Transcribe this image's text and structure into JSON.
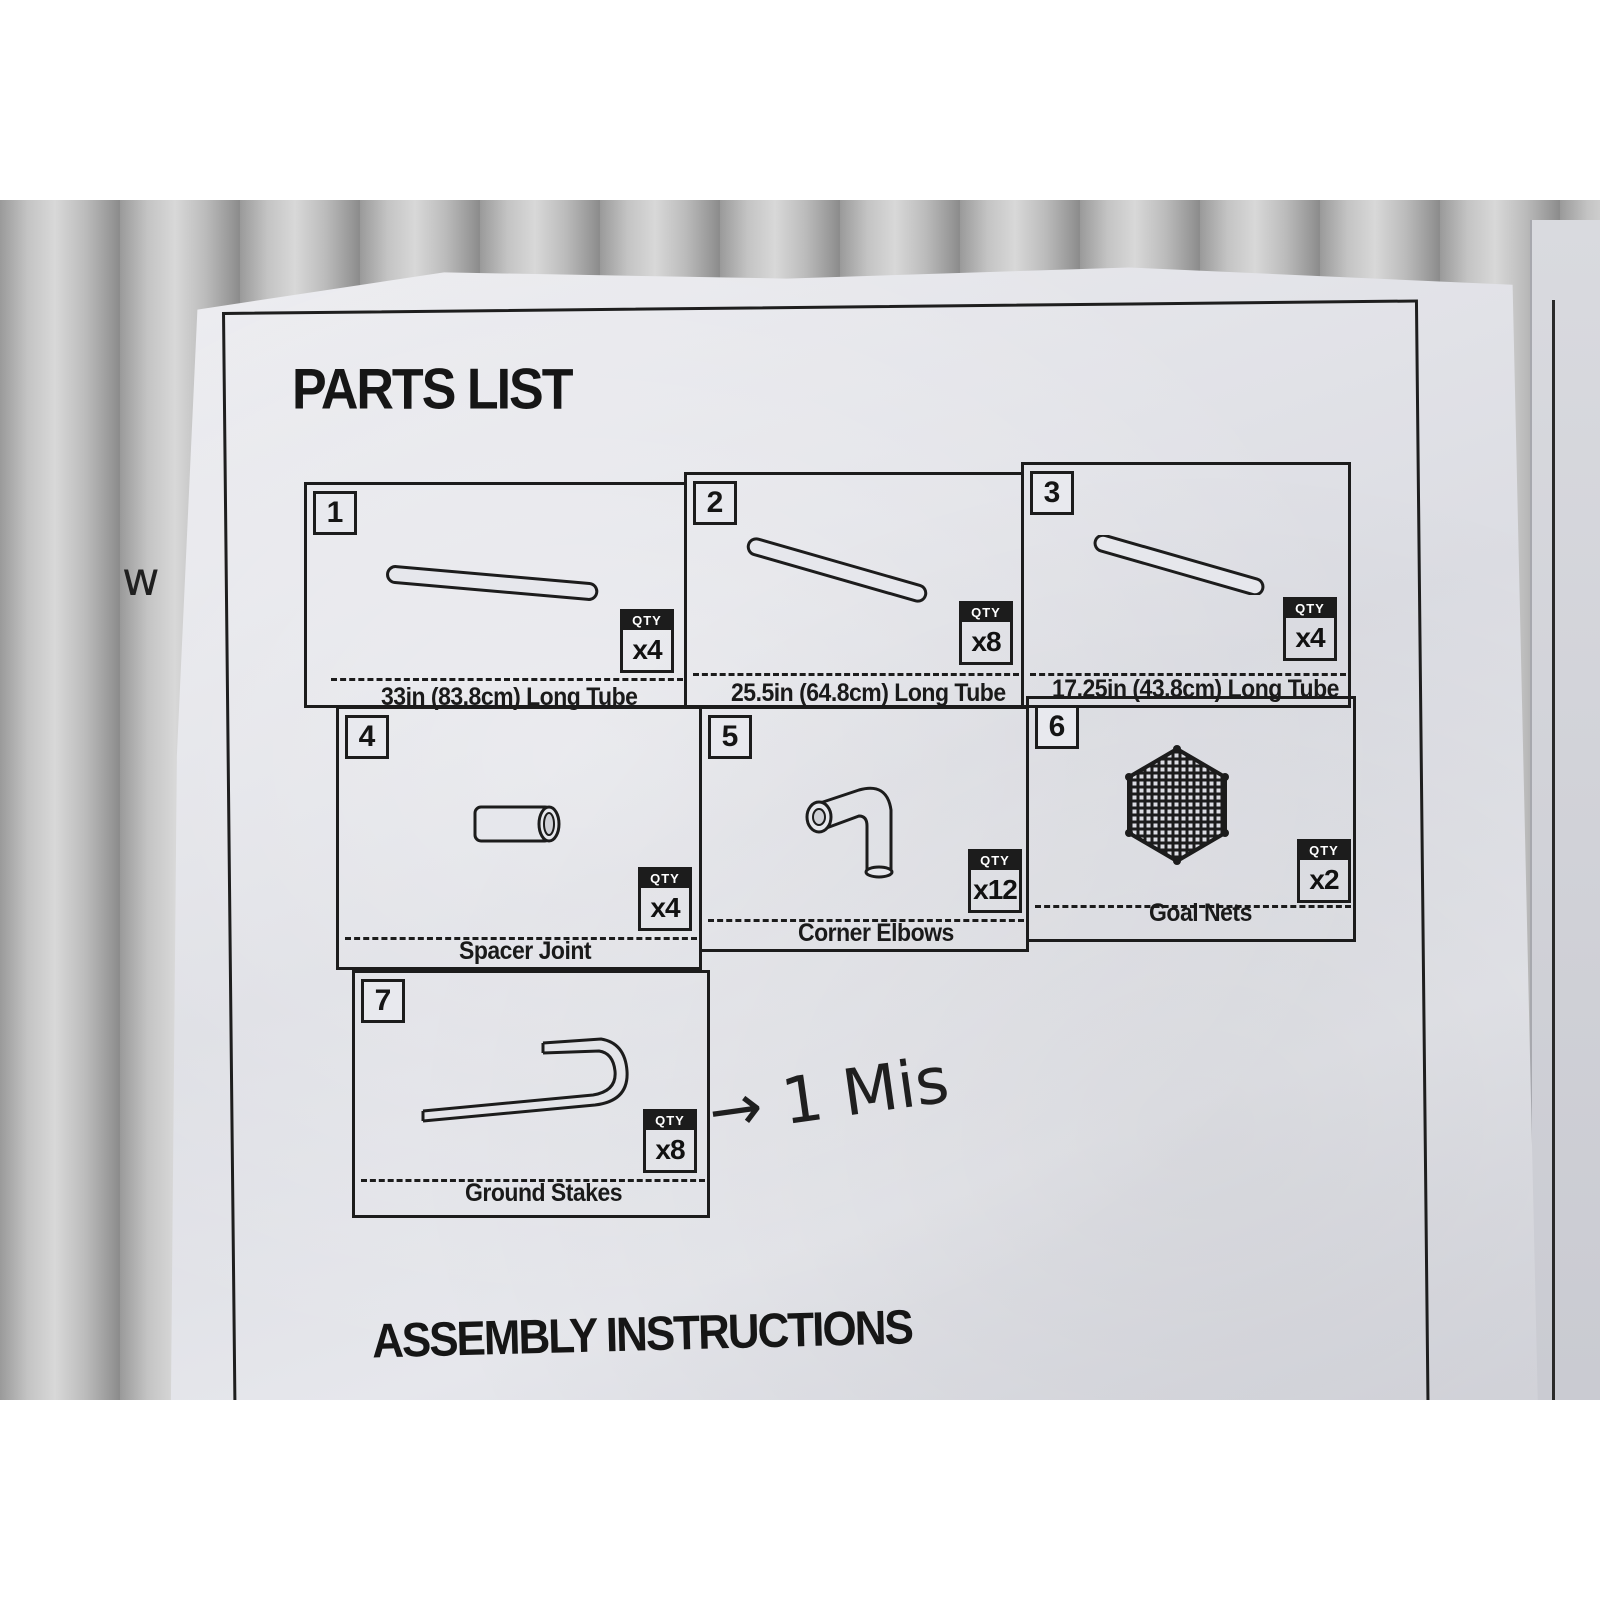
{
  "document": {
    "title": "PARTS LIST",
    "section_title": "ASSEMBLY INSTRUCTIONS",
    "qty_label": "QTY",
    "parts": [
      {
        "number": "1",
        "name": "33in (83.8cm) Long Tube",
        "qty": "x4"
      },
      {
        "number": "2",
        "name": "25.5in (64.8cm) Long Tube",
        "qty": "x8"
      },
      {
        "number": "3",
        "name": "17.25in (43.8cm) Long Tube",
        "qty": "x4"
      },
      {
        "number": "4",
        "name": "Spacer Joint",
        "qty": "x4"
      },
      {
        "number": "5",
        "name": "Corner Elbows",
        "qty": "x12"
      },
      {
        "number": "6",
        "name": "Goal Nets",
        "qty": "x2"
      },
      {
        "number": "7",
        "name": "Ground Stakes",
        "qty": "x8"
      }
    ],
    "handwritten_note": "→ 1 Mis",
    "handwritten_margin": "w"
  }
}
